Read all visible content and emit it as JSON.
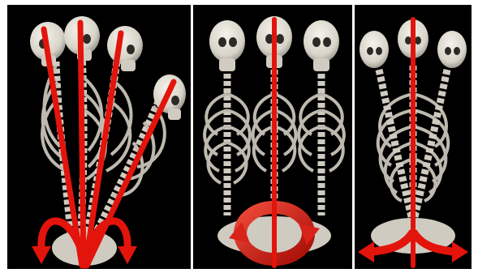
{
  "figure": {
    "panels": [
      {
        "id": "flexion-extension",
        "skeleton_count": 4,
        "arrow": "double-curved"
      },
      {
        "id": "axial-rotation",
        "skeleton_count": 3,
        "arrow": "circular-rotation"
      },
      {
        "id": "lateral-bending",
        "skeleton_count": 3,
        "arrow": "double-curved"
      }
    ]
  },
  "colors": {
    "background": "#000000",
    "bone": "#e6e3d9",
    "bone_shadow": "#9a978f",
    "axis_line": "#e3140c",
    "arrow": "#e3140c",
    "frame": "#ffffff"
  }
}
